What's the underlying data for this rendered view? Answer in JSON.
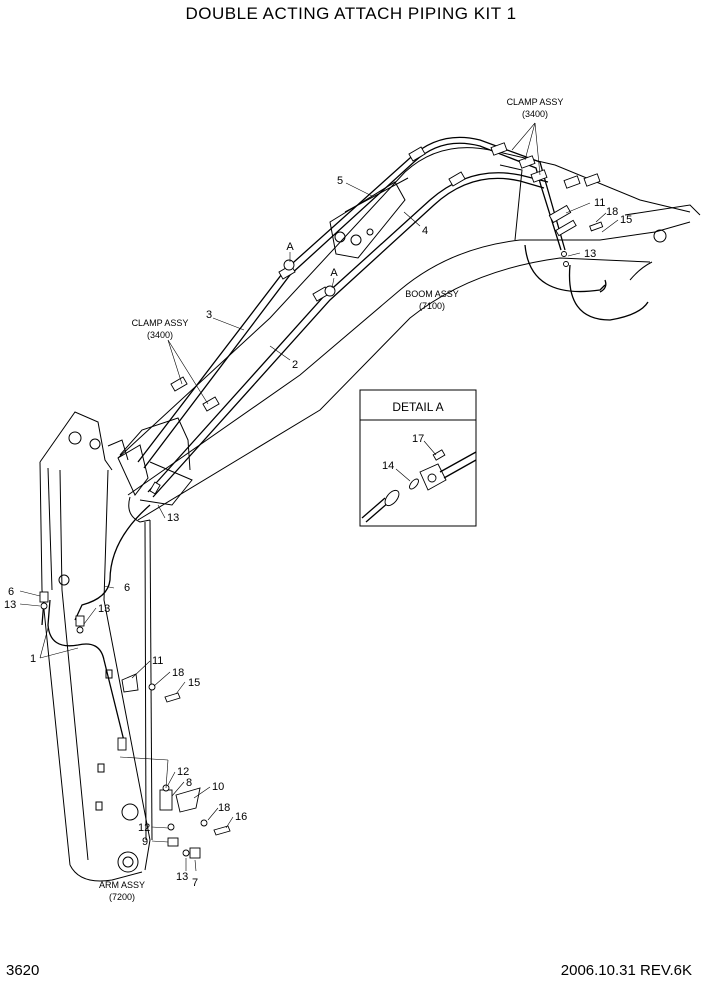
{
  "title": "DOUBLE ACTING ATTACH PIPING KIT 1",
  "footer": {
    "page": "3620",
    "revision": "2006.10.31  REV.6K"
  },
  "assemblies": {
    "clamp_top_name": "CLAMP ASSY",
    "clamp_top_no": "(3400)",
    "clamp_mid_name": "CLAMP ASSY",
    "clamp_mid_no": "(3400)",
    "boom_name": "BOOM ASSY",
    "boom_no": "(7100)",
    "arm_name": "ARM ASSY",
    "arm_no": "(7200)"
  },
  "detail": {
    "title": "DETAIL A",
    "callouts": [
      "17",
      "14"
    ]
  },
  "section_marks": [
    "A",
    "A"
  ],
  "callouts": {
    "c1": "1",
    "c2": "2",
    "c3": "3",
    "c4": "4",
    "c5": "5",
    "c6a": "6",
    "c6b": "6",
    "c7": "7",
    "c8": "8",
    "c9": "9",
    "c10": "10",
    "c11a": "11",
    "c11b": "11",
    "c12a": "12",
    "c12b": "12",
    "c13a": "13",
    "c13b": "13",
    "c13c": "13",
    "c13d": "13",
    "c13e": "13",
    "c15a": "15",
    "c15b": "15",
    "c16": "16",
    "c18a": "18",
    "c18b": "18",
    "c18c": "18"
  }
}
